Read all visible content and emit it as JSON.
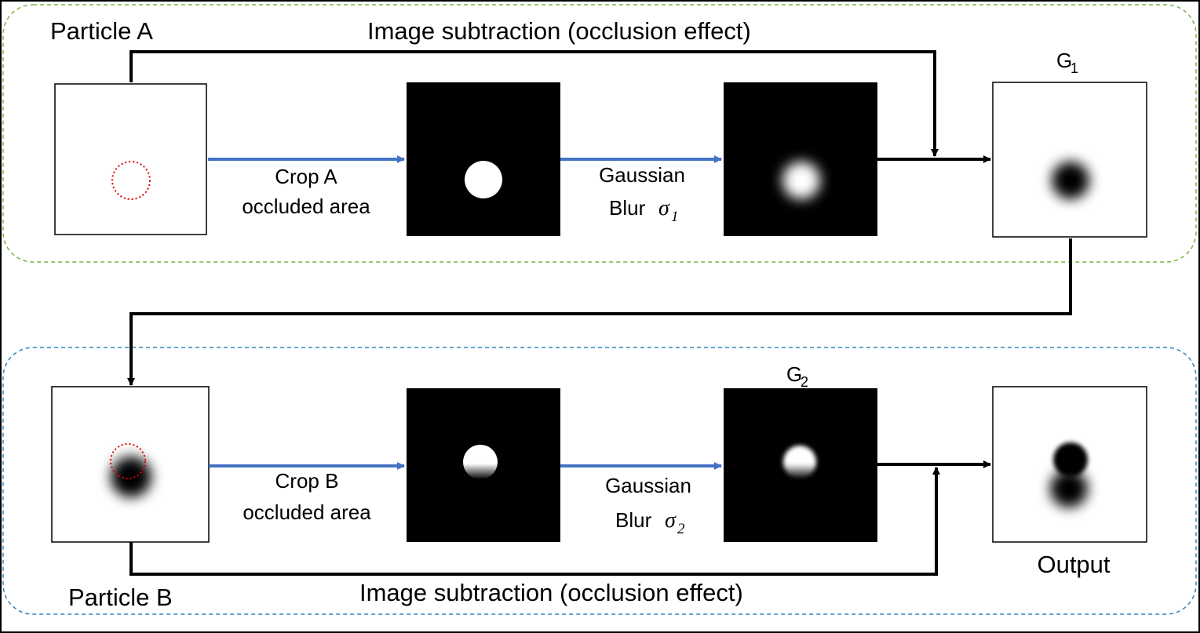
{
  "top_row": {
    "particle_label": "Particle A",
    "subtraction_label": "Image subtraction (occlusion effect)",
    "crop_label_line1": "Crop A",
    "crop_label_line2": "occluded area",
    "blur_label_line1": "Gaussian",
    "blur_label_word": "Blur",
    "blur_sigma": "σ",
    "blur_sigma_sub": "1",
    "result_label": "G",
    "result_label_sub": "1"
  },
  "bottom_row": {
    "particle_label": "Particle B",
    "subtraction_label": "Image subtraction (occlusion effect)",
    "crop_label_line1": "Crop B",
    "crop_label_line2": "occluded area",
    "blur_label_line1": "Gaussian",
    "blur_label_word": "Blur",
    "blur_sigma": "σ",
    "blur_sigma_sub": "2",
    "blurred_label": "G",
    "blurred_label_sub": "2",
    "output_label": "Output"
  },
  "colors": {
    "top_group_border": "#7cb342",
    "bottom_group_border": "#2e86c1",
    "process_arrow": "#4472c4",
    "flow_arrow": "#000000",
    "occlusion_circle": "#e00000"
  }
}
